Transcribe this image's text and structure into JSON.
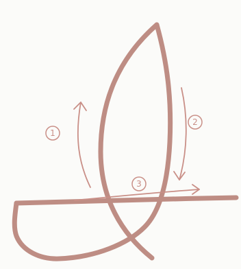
{
  "diagram": {
    "steps": [
      {
        "number": "1",
        "direction": "up"
      },
      {
        "number": "2",
        "direction": "down"
      },
      {
        "number": "3",
        "direction": "right"
      }
    ],
    "colors": {
      "background": "#fbfbf9",
      "main_stroke": "#be8d84",
      "guide_stroke": "#c98f87"
    }
  }
}
